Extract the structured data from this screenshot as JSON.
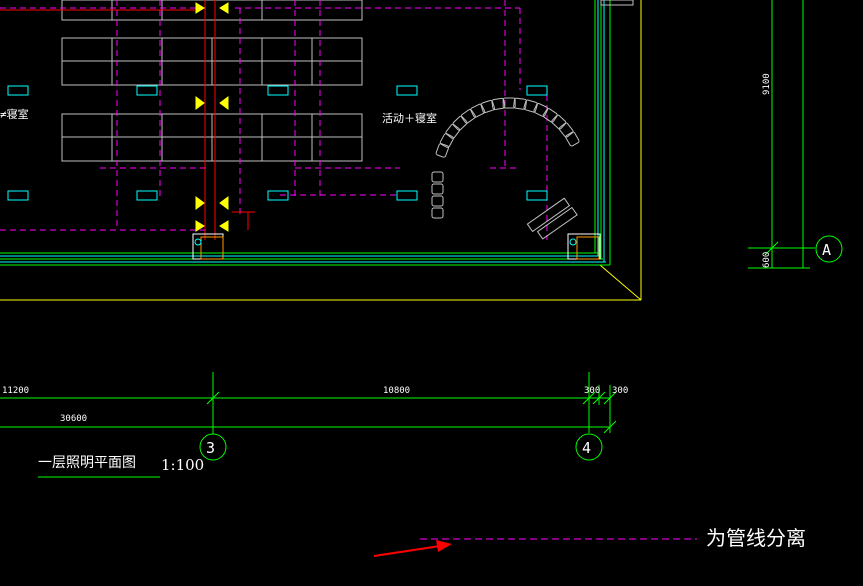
{
  "drawing": {
    "title": "一层照明平面图",
    "scale": "1:100",
    "room_label_left": "≠寝室",
    "room_label_right": "活动＋寝室",
    "legend_text": "为管线分离"
  },
  "dimensions": {
    "d_11200": "11200",
    "d_10800": "10800",
    "d_300a": "300",
    "d_300b": "300",
    "d_30600": "30600",
    "d_9100": "9100",
    "d_600": "600"
  },
  "axes": {
    "axis_3": "3",
    "axis_4": "4",
    "axis_A": "A"
  },
  "colors": {
    "background": "#000000",
    "wall_green": "#00ff00",
    "cyan": "#00ffff",
    "magenta": "#ff00ff",
    "red": "#ff0000",
    "yellow": "#ffff00",
    "gray": "#c0c0c0",
    "white": "#ffffff",
    "orange": "#ff9900"
  }
}
